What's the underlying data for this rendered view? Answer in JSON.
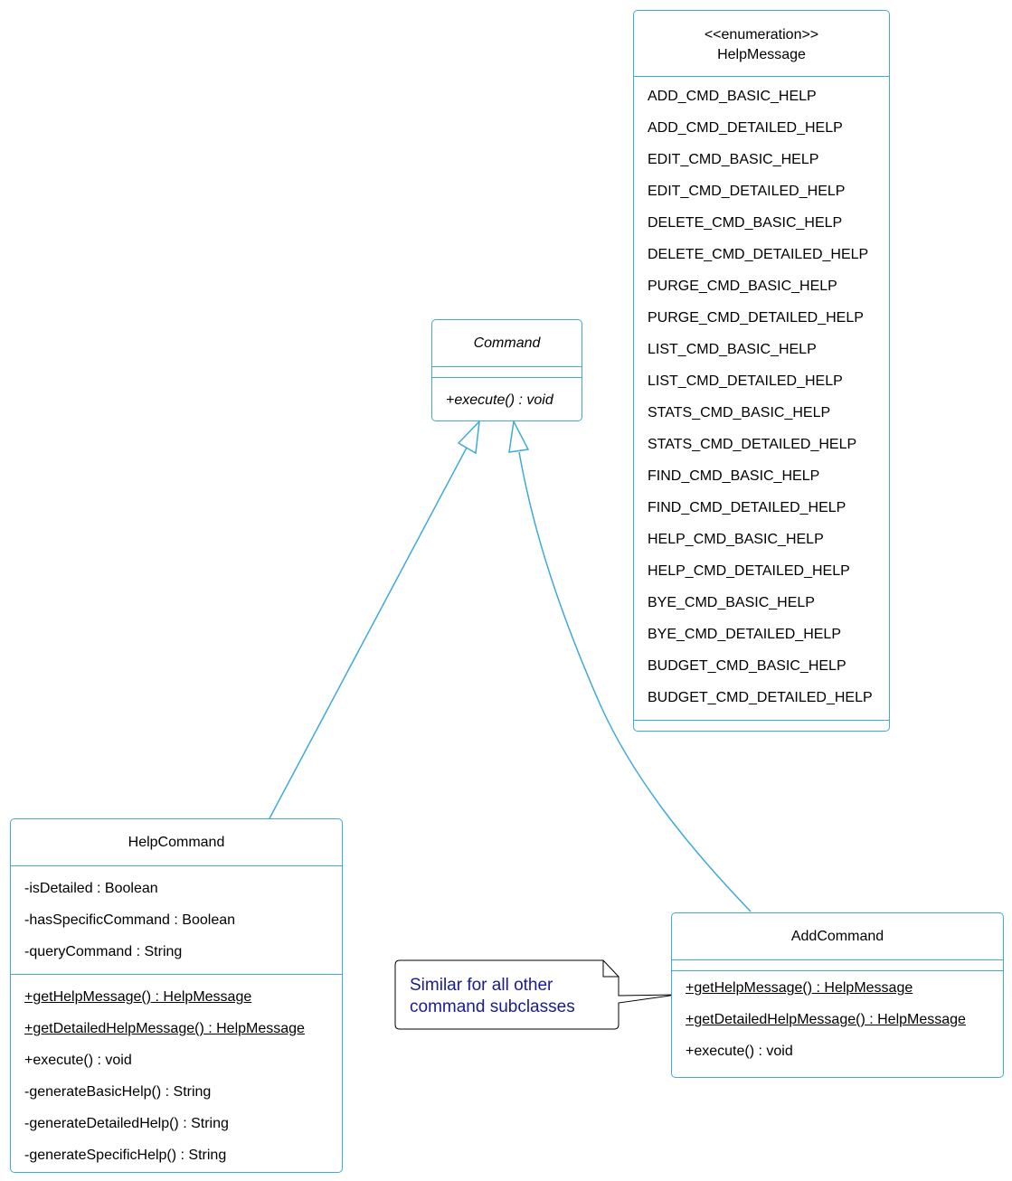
{
  "colors": {
    "line": "#3fa9db",
    "note_text": "#1a1a99",
    "note_border": "#000000"
  },
  "help_message": {
    "stereotype": "<<enumeration>>",
    "name": "HelpMessage",
    "literals": [
      "ADD_CMD_BASIC_HELP",
      "ADD_CMD_DETAILED_HELP",
      "EDIT_CMD_BASIC_HELP",
      "EDIT_CMD_DETAILED_HELP",
      "DELETE_CMD_BASIC_HELP",
      "DELETE_CMD_DETAILED_HELP",
      "PURGE_CMD_BASIC_HELP",
      "PURGE_CMD_DETAILED_HELP",
      "LIST_CMD_BASIC_HELP",
      "LIST_CMD_DETAILED_HELP",
      "STATS_CMD_BASIC_HELP",
      "STATS_CMD_DETAILED_HELP",
      "FIND_CMD_BASIC_HELP",
      "FIND_CMD_DETAILED_HELP",
      "HELP_CMD_BASIC_HELP",
      "HELP_CMD_DETAILED_HELP",
      "BYE_CMD_BASIC_HELP",
      "BYE_CMD_DETAILED_HELP",
      "BUDGET_CMD_BASIC_HELP",
      "BUDGET_CMD_DETAILED_HELP"
    ]
  },
  "command": {
    "name": "Command",
    "operations": [
      "+execute() : void"
    ]
  },
  "help_command": {
    "name": "HelpCommand",
    "attributes": [
      "-isDetailed : Boolean",
      "-hasSpecificCommand : Boolean",
      "-queryCommand : String"
    ],
    "operations": [
      "+getHelpMessage() : HelpMessage",
      "+getDetailedHelpMessage() : HelpMessage",
      "+execute() : void",
      "-generateBasicHelp() : String",
      "-generateDetailedHelp() : String",
      "-generateSpecificHelp() : String"
    ]
  },
  "add_command": {
    "name": "AddCommand",
    "operations": [
      "+getHelpMessage() : HelpMessage",
      "+getDetailedHelpMessage() : HelpMessage",
      "+execute() : void"
    ]
  },
  "note": {
    "lines": [
      "Similar for all other",
      "command subclasses"
    ]
  }
}
